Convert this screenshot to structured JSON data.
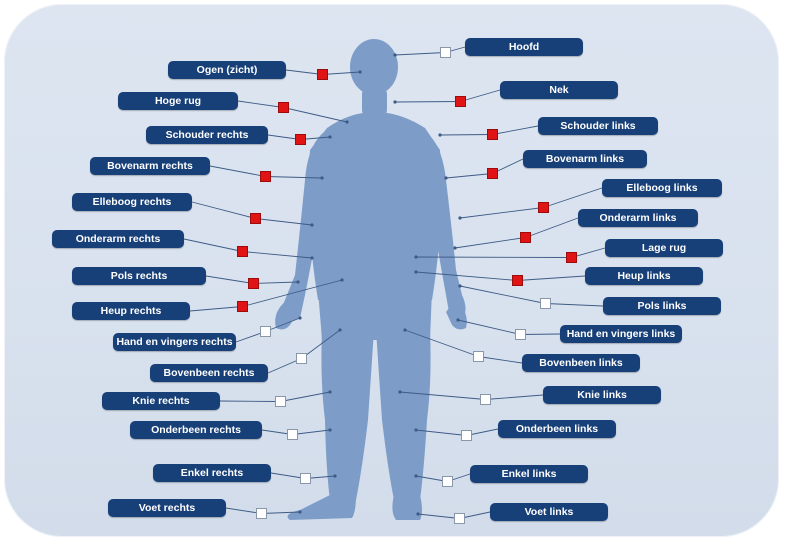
{
  "colors": {
    "label_bg": "#173f78",
    "label_text": "#ffffff",
    "checked": "#e01414",
    "unchecked": "#ffffff",
    "figure": "#7d9dc8",
    "connector": "#3d5b85"
  },
  "left": [
    {
      "label": "Ogen (zicht)",
      "checked": true
    },
    {
      "label": "Hoge rug",
      "checked": true
    },
    {
      "label": "Schouder rechts",
      "checked": true
    },
    {
      "label": "Bovenarm rechts",
      "checked": true
    },
    {
      "label": "Elleboog rechts",
      "checked": true
    },
    {
      "label": "Onderarm rechts",
      "checked": true
    },
    {
      "label": "Pols rechts",
      "checked": true
    },
    {
      "label": "Heup rechts",
      "checked": true
    },
    {
      "label": "Hand en vingers rechts",
      "checked": false
    },
    {
      "label": "Bovenbeen rechts",
      "checked": false
    },
    {
      "label": "Knie rechts",
      "checked": false
    },
    {
      "label": "Onderbeen rechts",
      "checked": false
    },
    {
      "label": "Enkel rechts",
      "checked": false
    },
    {
      "label": "Voet rechts",
      "checked": false
    }
  ],
  "right": [
    {
      "label": "Hoofd",
      "checked": false
    },
    {
      "label": "Nek",
      "checked": true
    },
    {
      "label": "Schouder links",
      "checked": true
    },
    {
      "label": "Bovenarm  links",
      "checked": true
    },
    {
      "label": "Elleboog  links",
      "checked": true
    },
    {
      "label": "Onderarm  links",
      "checked": true
    },
    {
      "label": "Lage rug",
      "checked": true
    },
    {
      "label": "Heup links",
      "checked": true
    },
    {
      "label": "Pols links",
      "checked": false
    },
    {
      "label": "Hand en vingers links",
      "checked": false
    },
    {
      "label": "Bovenbeen links",
      "checked": false
    },
    {
      "label": "Knie links",
      "checked": false
    },
    {
      "label": "Onderbeen links",
      "checked": false
    },
    {
      "label": "Enkel links",
      "checked": false
    },
    {
      "label": "Voet links",
      "checked": false
    }
  ]
}
